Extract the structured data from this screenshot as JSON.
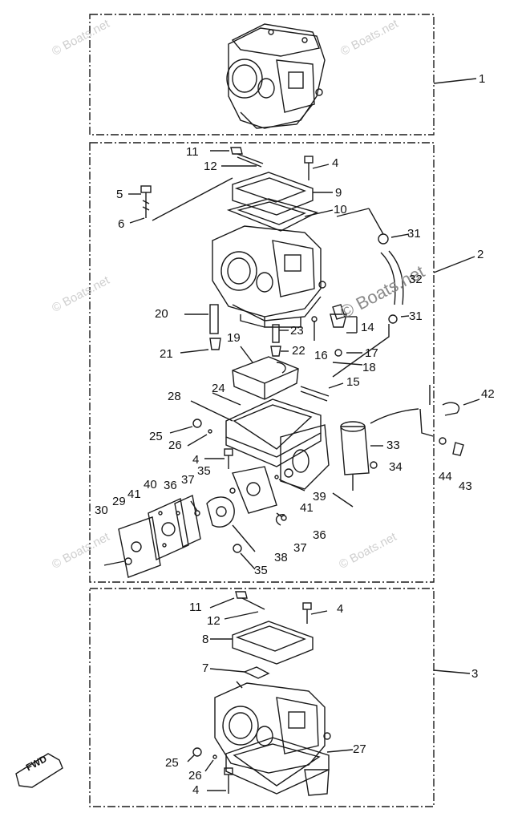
{
  "watermark": {
    "text": "© Boats.net"
  },
  "callouts": [
    {
      "id": "c1",
      "text": "1"
    },
    {
      "id": "c2",
      "text": "2"
    },
    {
      "id": "c3",
      "text": "3"
    },
    {
      "id": "c4a",
      "text": "4"
    },
    {
      "id": "c4b",
      "text": "4"
    },
    {
      "id": "c4c",
      "text": "4"
    },
    {
      "id": "c4d",
      "text": "4"
    },
    {
      "id": "c5",
      "text": "5"
    },
    {
      "id": "c6",
      "text": "6"
    },
    {
      "id": "c7",
      "text": "7"
    },
    {
      "id": "c8",
      "text": "8"
    },
    {
      "id": "c9",
      "text": "9"
    },
    {
      "id": "c10",
      "text": "10"
    },
    {
      "id": "c11a",
      "text": "11"
    },
    {
      "id": "c11b",
      "text": "11"
    },
    {
      "id": "c12a",
      "text": "12"
    },
    {
      "id": "c12b",
      "text": "12"
    },
    {
      "id": "c14",
      "text": "14"
    },
    {
      "id": "c15",
      "text": "15"
    },
    {
      "id": "c16",
      "text": "16"
    },
    {
      "id": "c17",
      "text": "17"
    },
    {
      "id": "c18",
      "text": "18"
    },
    {
      "id": "c19",
      "text": "19"
    },
    {
      "id": "c20",
      "text": "20"
    },
    {
      "id": "c21",
      "text": "21"
    },
    {
      "id": "c22",
      "text": "22"
    },
    {
      "id": "c23",
      "text": "23"
    },
    {
      "id": "c24",
      "text": "24"
    },
    {
      "id": "c25a",
      "text": "25"
    },
    {
      "id": "c25b",
      "text": "25"
    },
    {
      "id": "c26a",
      "text": "26"
    },
    {
      "id": "c26b",
      "text": "26"
    },
    {
      "id": "c27",
      "text": "27"
    },
    {
      "id": "c28",
      "text": "28"
    },
    {
      "id": "c29",
      "text": "29"
    },
    {
      "id": "c30",
      "text": "30"
    },
    {
      "id": "c31a",
      "text": "31"
    },
    {
      "id": "c31b",
      "text": "31"
    },
    {
      "id": "c32",
      "text": "32"
    },
    {
      "id": "c33",
      "text": "33"
    },
    {
      "id": "c34",
      "text": "34"
    },
    {
      "id": "c35a",
      "text": "35"
    },
    {
      "id": "c35b",
      "text": "35"
    },
    {
      "id": "c36a",
      "text": "36"
    },
    {
      "id": "c36b",
      "text": "36"
    },
    {
      "id": "c37a",
      "text": "37"
    },
    {
      "id": "c37b",
      "text": "37"
    },
    {
      "id": "c38",
      "text": "38"
    },
    {
      "id": "c39",
      "text": "39"
    },
    {
      "id": "c40",
      "text": "40"
    },
    {
      "id": "c41a",
      "text": "41"
    },
    {
      "id": "c41b",
      "text": "41"
    },
    {
      "id": "c42",
      "text": "42"
    },
    {
      "id": "c43",
      "text": "43"
    },
    {
      "id": "c44",
      "text": "44"
    }
  ],
  "direction_badge": {
    "text": "FWD"
  },
  "colors": {
    "line": "#1a1a1a",
    "watermark": "#c8c8c8",
    "background": "#ffffff"
  }
}
